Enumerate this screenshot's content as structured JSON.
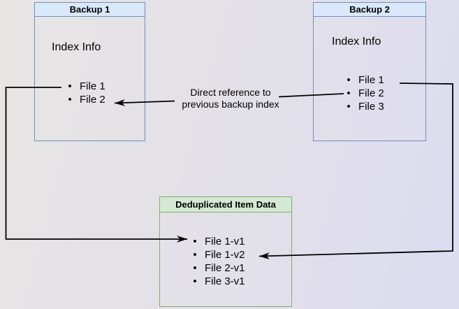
{
  "diagram": {
    "background": {
      "gradient_from": "#e8e5e4",
      "gradient_to": "#dddcf1"
    },
    "colors": {
      "blue_fill": "#dae8fc",
      "blue_border": "#6c8ebf",
      "green_fill": "#d5e8d4",
      "green_border": "#82b366",
      "line": "#000000",
      "text": "#000000"
    },
    "backup1": {
      "title": "Backup 1",
      "label": "Index Info",
      "items": [
        "File 1",
        "File 2"
      ]
    },
    "backup2": {
      "title": "Backup 2",
      "label": "Index Info",
      "items": [
        "File 1",
        "File 2",
        "File 3"
      ]
    },
    "dedup": {
      "title": "Deduplicated Item Data",
      "items": [
        "File 1-v1",
        "File 1-v2",
        "File 2-v1",
        "File 3-v1"
      ]
    },
    "edges": {
      "direct_reference_label": "Direct reference to previous backup index"
    },
    "bullet_glyph": "•"
  }
}
